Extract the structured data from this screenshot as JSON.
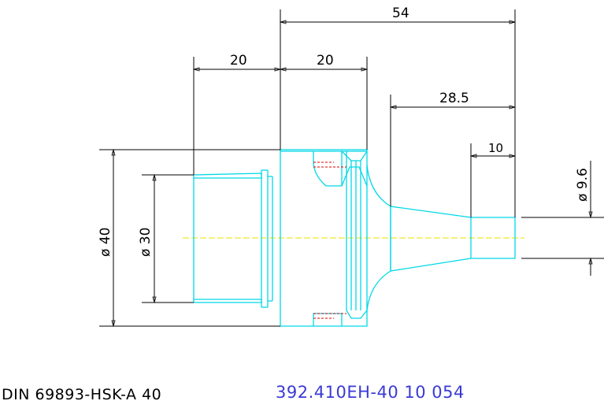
{
  "drawing": {
    "standard": "DIN 69893-HSK-A 40",
    "part_number": "392.410EH-40 10 054",
    "dimensions": {
      "overall_length": "54",
      "shank_length": "20",
      "flange_length": "20",
      "nose_length": "28.5",
      "tip_length": "10",
      "outer_diameter": "ø 40",
      "inner_diameter": "ø 30",
      "tip_diameter": "ø 9.6"
    },
    "colors": {
      "part_outline": "#00d8e8",
      "hidden_line": "#e00000",
      "center_line": "#e8e000",
      "dimension": "#000000",
      "part_number_text": "#3a3ad6"
    }
  }
}
